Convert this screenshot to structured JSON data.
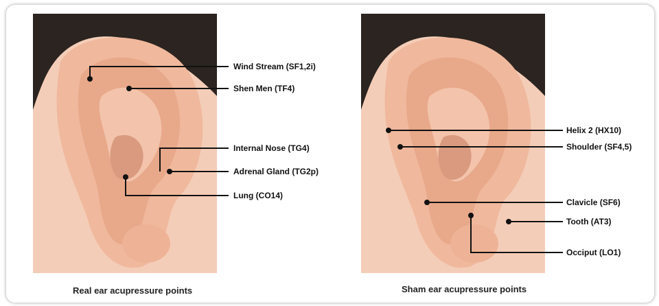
{
  "panels": {
    "real": {
      "caption": "Real ear acupressure points",
      "points": [
        {
          "label": "Wind Stream (SF1,2i)"
        },
        {
          "label": "Shen Men (TF4)"
        },
        {
          "label": "Internal Nose (TG4)"
        },
        {
          "label": "Adrenal Gland (TG2p)"
        },
        {
          "label": "Lung (CO14)"
        }
      ]
    },
    "sham": {
      "caption": "Sham ear acupressure points",
      "points": [
        {
          "label": "Helix 2 (HX10)"
        },
        {
          "label": "Shoulder (SF4,5)"
        },
        {
          "label": "Clavicle (SF6)"
        },
        {
          "label": "Tooth (AT3)"
        },
        {
          "label": "Occiput (LO1)"
        }
      ]
    }
  },
  "colors": {
    "skin": "#f2c1a8",
    "skin_shadow": "#d99a80",
    "hair": "#2b2420",
    "leader_line": "#111111"
  }
}
